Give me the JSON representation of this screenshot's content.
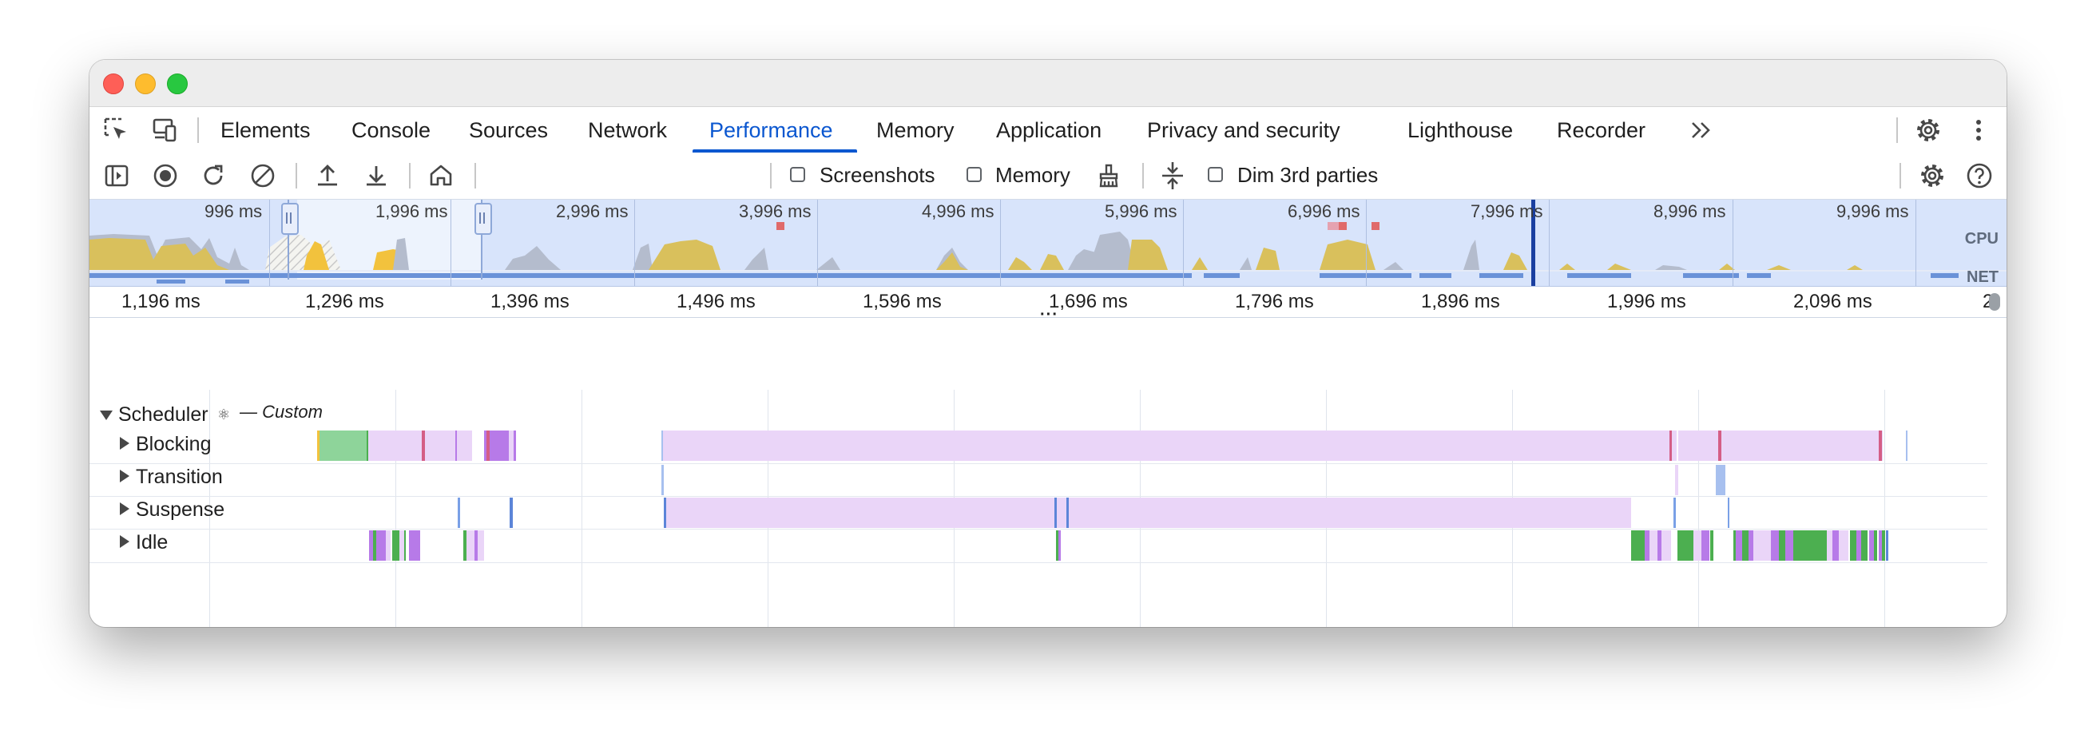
{
  "tabs": [
    {
      "label": "Elements"
    },
    {
      "label": "Console"
    },
    {
      "label": "Sources"
    },
    {
      "label": "Network"
    },
    {
      "label": "Performance",
      "active": true
    },
    {
      "label": "Memory"
    },
    {
      "label": "Application"
    },
    {
      "label": "Privacy and security"
    },
    {
      "label": "Lighthouse"
    },
    {
      "label": "Recorder"
    }
  ],
  "toolbar": {
    "screenshots_label": "Screenshots",
    "memory_label": "Memory",
    "dim_label": "Dim 3rd parties"
  },
  "overview": {
    "ticks": [
      "996 ms",
      "1,996 ms",
      "2,996 ms",
      "3,996 ms",
      "4,996 ms",
      "5,996 ms",
      "6,996 ms",
      "7,996 ms",
      "8,996 ms",
      "9,996 ms"
    ],
    "cpu_label": "CPU",
    "net_label": "NET"
  },
  "ruler": {
    "ticks": [
      "1,196 ms",
      "1,296 ms",
      "1,396 ms",
      "1,496 ms",
      "1,596 ms",
      "1,696 ms",
      "1,796 ms",
      "1,896 ms",
      "1,996 ms",
      "2,096 ms",
      "2"
    ]
  },
  "scheduler": {
    "title": "Scheduler",
    "custom": "— Custom",
    "tracks": [
      {
        "label": "Blocking"
      },
      {
        "label": "Transition"
      },
      {
        "label": "Suspense"
      },
      {
        "label": "Idle"
      }
    ]
  },
  "colors": {
    "accent": "#0b57d0",
    "lavender": "#ead5f8",
    "purple": "#b77ae8",
    "green": "#4caf50",
    "cpu_yellow": "#e2c443",
    "net_blue": "#6a92d8"
  }
}
